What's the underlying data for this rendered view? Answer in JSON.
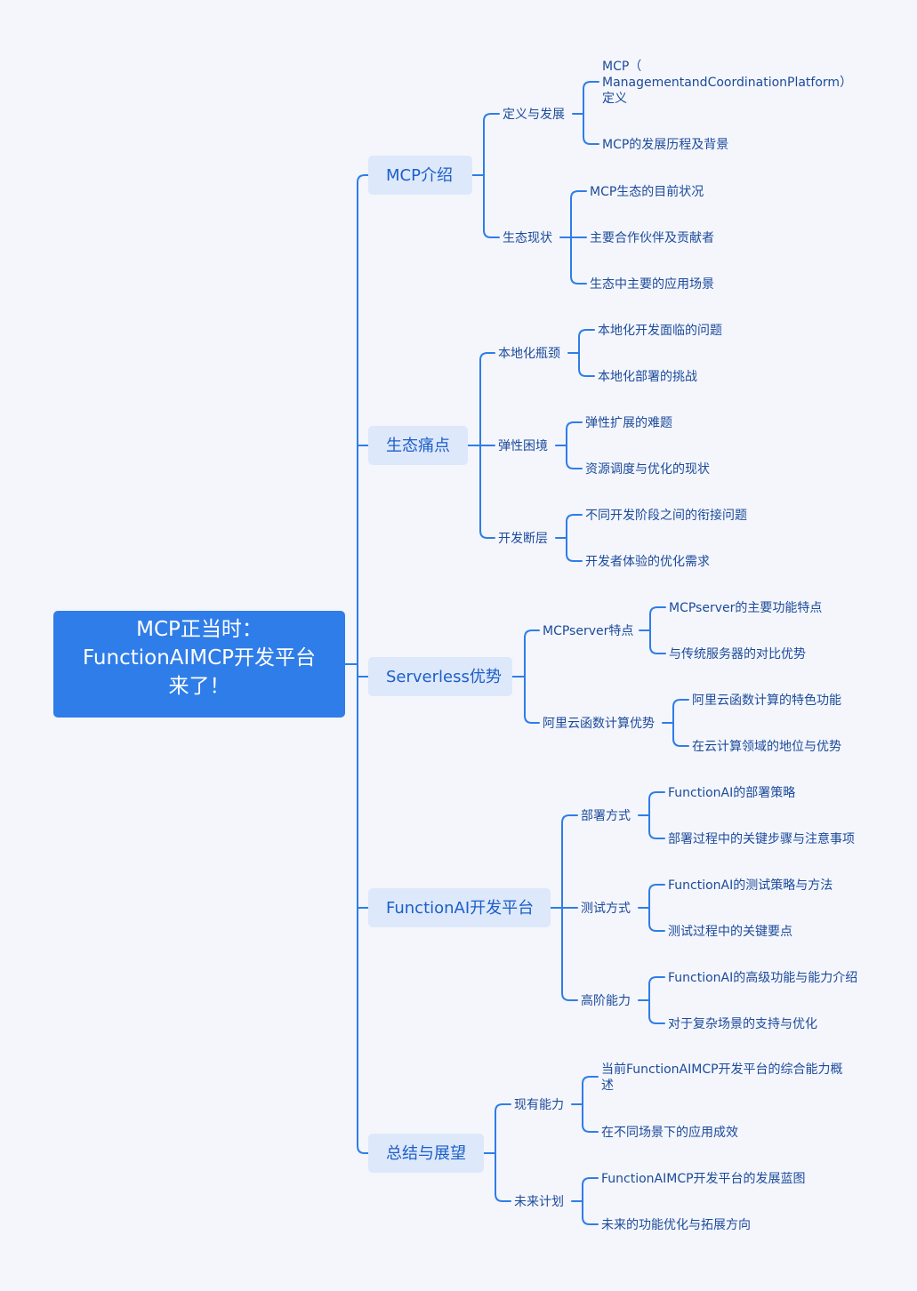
{
  "root": {
    "lines": [
      "MCP正当时：",
      "FunctionAIMCP开发平台",
      "来了！"
    ]
  },
  "branches": [
    {
      "label": "MCP介绍",
      "children": [
        {
          "label": "定义与发展",
          "children": [
            {
              "lines": [
                "MCP（",
                "ManagementandCoordinationPlatform）",
                "定义"
              ]
            },
            {
              "lines": [
                "MCP的发展历程及背景"
              ]
            }
          ]
        },
        {
          "label": "生态现状",
          "children": [
            {
              "lines": [
                "MCP生态的目前状况"
              ]
            },
            {
              "lines": [
                "主要合作伙伴及贡献者"
              ]
            },
            {
              "lines": [
                "生态中主要的应用场景"
              ]
            }
          ]
        }
      ]
    },
    {
      "label": "生态痛点",
      "children": [
        {
          "label": "本地化瓶颈",
          "children": [
            {
              "lines": [
                "本地化开发面临的问题"
              ]
            },
            {
              "lines": [
                "本地化部署的挑战"
              ]
            }
          ]
        },
        {
          "label": "弹性困境",
          "children": [
            {
              "lines": [
                "弹性扩展的难题"
              ]
            },
            {
              "lines": [
                "资源调度与优化的现状"
              ]
            }
          ]
        },
        {
          "label": "开发断层",
          "children": [
            {
              "lines": [
                "不同开发阶段之间的衔接问题"
              ]
            },
            {
              "lines": [
                "开发者体验的优化需求"
              ]
            }
          ]
        }
      ]
    },
    {
      "label": "Serverless优势",
      "children": [
        {
          "label": "MCPserver特点",
          "children": [
            {
              "lines": [
                "MCPserver的主要功能特点"
              ]
            },
            {
              "lines": [
                "与传统服务器的对比优势"
              ]
            }
          ]
        },
        {
          "label": "阿里云函数计算优势",
          "children": [
            {
              "lines": [
                "阿里云函数计算的特色功能"
              ]
            },
            {
              "lines": [
                "在云计算领域的地位与优势"
              ]
            }
          ]
        }
      ]
    },
    {
      "label": "FunctionAI开发平台",
      "children": [
        {
          "label": "部署方式",
          "children": [
            {
              "lines": [
                "FunctionAI的部署策略"
              ]
            },
            {
              "lines": [
                "部署过程中的关键步骤与注意事项"
              ]
            }
          ]
        },
        {
          "label": "测试方式",
          "children": [
            {
              "lines": [
                "FunctionAI的测试策略与方法"
              ]
            },
            {
              "lines": [
                "测试过程中的关键要点"
              ]
            }
          ]
        },
        {
          "label": "高阶能力",
          "children": [
            {
              "lines": [
                "FunctionAI的高级功能与能力介绍"
              ]
            },
            {
              "lines": [
                "对于复杂场景的支持与优化"
              ]
            }
          ]
        }
      ]
    },
    {
      "label": "总结与展望",
      "children": [
        {
          "label": "现有能力",
          "children": [
            {
              "lines": [
                "当前FunctionAIMCP开发平台的综合能力概",
                "述"
              ]
            },
            {
              "lines": [
                "在不同场景下的应用成效"
              ]
            }
          ]
        },
        {
          "label": "未来计划",
          "children": [
            {
              "lines": [
                "FunctionAIMCP开发平台的发展蓝图"
              ]
            },
            {
              "lines": [
                "未来的功能优化与拓展方向"
              ]
            }
          ]
        }
      ]
    }
  ]
}
